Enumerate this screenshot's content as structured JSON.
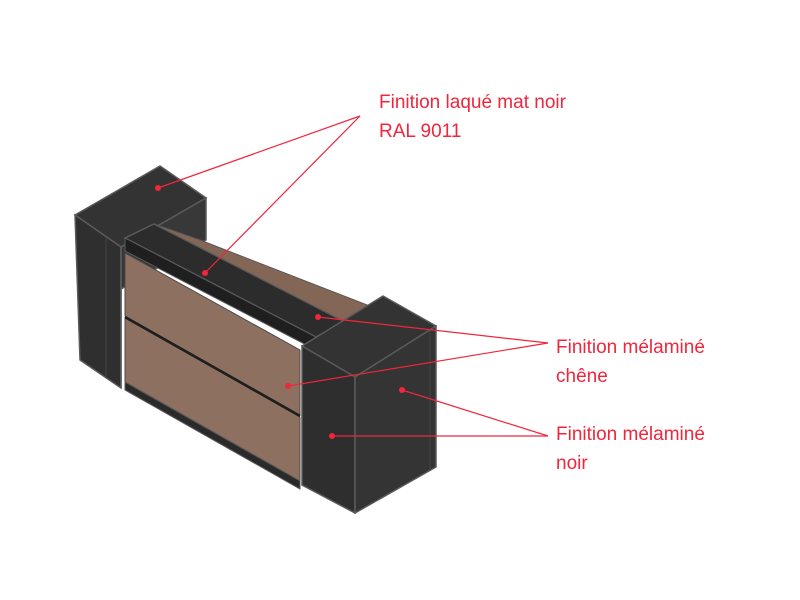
{
  "colors": {
    "annotation": "#f0263c",
    "black_finish": "#333333",
    "edge": "#5a5a5a",
    "oak_front": "#8e7060",
    "oak_top": "#836656"
  },
  "annotations": [
    {
      "id": "laque",
      "lines": [
        "Finition laqué mat noir",
        "RAL 9011"
      ]
    },
    {
      "id": "chene",
      "lines": [
        "Finition mélaminé",
        "chêne"
      ]
    },
    {
      "id": "noir",
      "lines": [
        "Finition mélaminé",
        "noir"
      ]
    }
  ]
}
